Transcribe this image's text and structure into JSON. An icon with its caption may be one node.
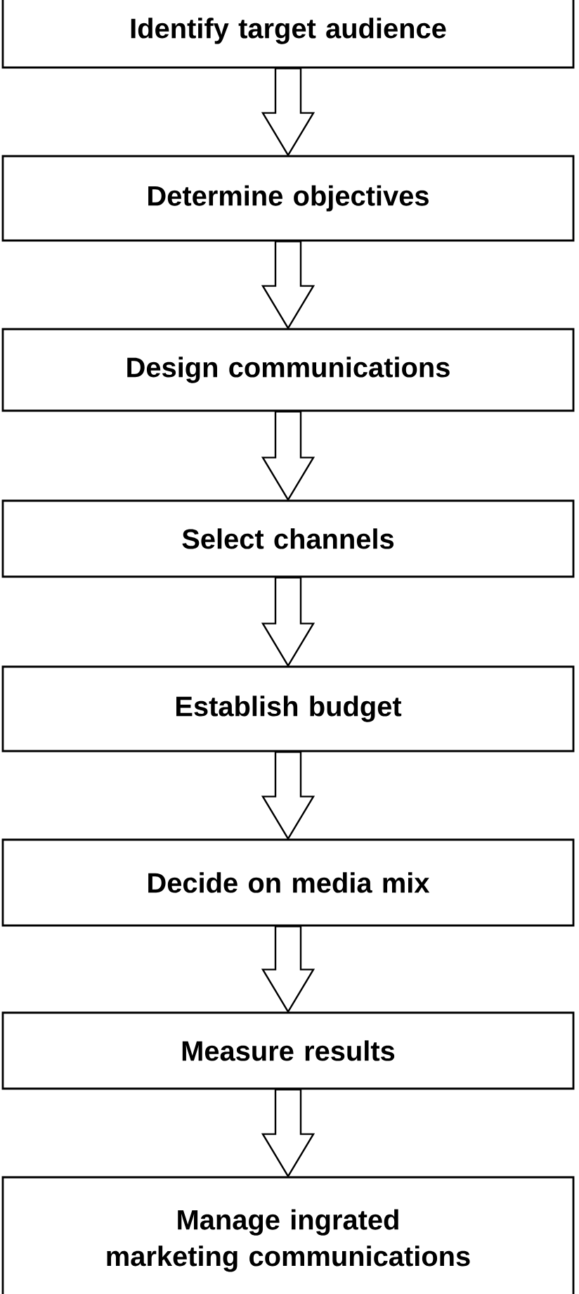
{
  "diagram": {
    "nodes": [
      {
        "text": [
          "Identify target audience"
        ]
      },
      {
        "text": [
          "Determine objectives"
        ]
      },
      {
        "text": [
          "Design communications"
        ]
      },
      {
        "text": [
          "Select channels"
        ]
      },
      {
        "text": [
          "Establish budget"
        ]
      },
      {
        "text": [
          "Decide on media mix"
        ]
      },
      {
        "text": [
          "Measure results"
        ]
      },
      {
        "text": [
          "Manage ingrated marketing communications"
        ]
      }
    ],
    "edges": [
      {
        "from": 0,
        "to": 1,
        "arrow": "to"
      },
      {
        "from": 1,
        "to": 2,
        "arrow": "to"
      },
      {
        "from": 2,
        "to": 3,
        "arrow": "to"
      },
      {
        "from": 3,
        "to": 4,
        "arrow": "to"
      },
      {
        "from": 4,
        "to": 5,
        "arrow": "to"
      },
      {
        "from": 5,
        "to": 6,
        "arrow": "to"
      },
      {
        "from": 6,
        "to": 7,
        "arrow": "to"
      }
    ]
  }
}
